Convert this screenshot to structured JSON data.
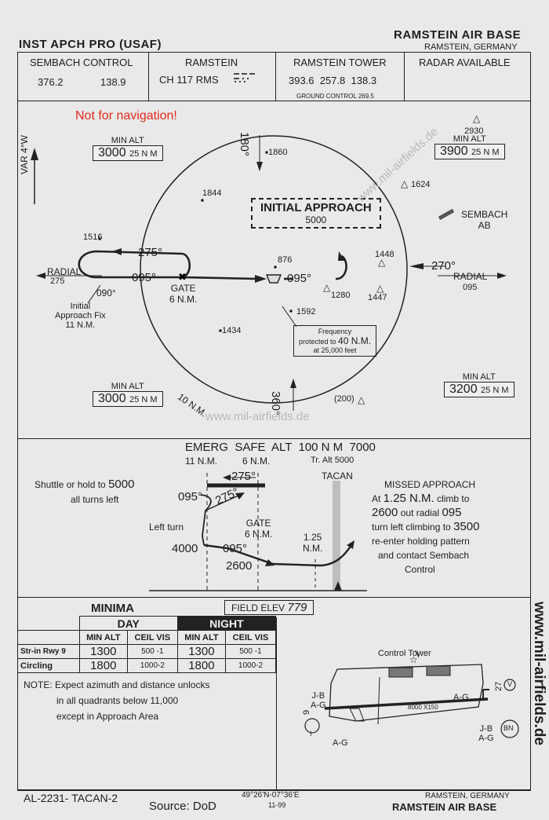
{
  "header": {
    "left_title": "INST APCH PRO (USAF)",
    "airport": "RAMSTEIN AIR BASE",
    "airport_sub": "RAMSTEIN, GERMANY"
  },
  "comms": {
    "sembach": {
      "name": "SEMBACH CONTROL",
      "freq1": "376.2",
      "freq2": "138.9"
    },
    "ramstein": {
      "name": "RAMSTEIN",
      "channel": "CH 117 RMS"
    },
    "tower": {
      "name": "RAMSTEIN TOWER",
      "freqs": "393.6  257.8  138.3",
      "ground": "GROUND CONTROL 269.5"
    },
    "radar": "RADAR AVAILABLE"
  },
  "plan": {
    "notice": "Not for navigation!",
    "var": "VAR 4°W",
    "min_alt_label": "MIN ALT",
    "min_alts": [
      "3000",
      "3900",
      "3000",
      "3200"
    ],
    "nm25": "25 N M",
    "initial_approach": "INITIAL APPROACH",
    "initial_approach_alt": "5000",
    "sembach_ab": [
      "SEMBACH",
      "AB"
    ],
    "radial_label": "RADIAL",
    "radial_275": "275",
    "radial_095": "095",
    "course_270": "270°",
    "course_180": "180°",
    "course_360": "360°",
    "course_275": "275°",
    "course_095": "095°",
    "course_090": "090°",
    "gate": [
      "GATE",
      "6 N.M."
    ],
    "iaf": [
      "Initial",
      "Approach Fix",
      "11 N.M."
    ],
    "freq_protected": [
      "Frequency",
      "protected to",
      "40 N.M.",
      "at 25,000 feet"
    ],
    "ring_10nm": "10 N.M.",
    "elevations": [
      "1860",
      "1624",
      "2930",
      "1844",
      "1516",
      "876",
      "1448",
      "1280",
      "1447",
      "1592",
      "1434",
      "(200)"
    ],
    "watermarks": [
      "www.mil-airfields.de",
      "www.mil-airfields.de"
    ]
  },
  "emerg": "EMERG  SAFE  ALT  100 N M  7000",
  "profile": {
    "top_11nm": "11 N.M.",
    "top_6nm": "6 N.M.",
    "tr_alt": "Tr. Alt 5000",
    "tacan": "TACAN",
    "shuttle": [
      "Shuttle or hold to",
      "5000",
      "all turns left"
    ],
    "left_turn": "Left turn",
    "c275": "275°",
    "c275b": "275°",
    "c095a": "095°",
    "c095b": "095°",
    "gate": [
      "GATE",
      "6 N.M."
    ],
    "alt4000": "4000",
    "alt2600": "2600",
    "nm125": [
      "1.25",
      "N.M."
    ],
    "missed": [
      "MISSED APPROACH",
      "At",
      "1.25 N.M.",
      "climb to",
      "2600",
      "out  radial",
      "095",
      "turn left climbing to",
      "3500",
      "re-enter holding pattern",
      "and contact Sembach",
      "Control"
    ]
  },
  "minima": {
    "title": "MINIMA",
    "field_elev_label": "FIELD ELEV",
    "field_elev": "779",
    "day": "DAY",
    "night": "NIGHT",
    "cols": [
      "MIN ALT",
      "CEIL VIS",
      "MIN ALT",
      "CEIL VIS"
    ],
    "rows": [
      {
        "label": "Str-in Rwy",
        "rwy": "9",
        "vals": [
          "1300",
          "500 -1",
          "1300",
          "500 -1"
        ]
      },
      {
        "label": "Circling",
        "rwy": "",
        "vals": [
          "1800",
          "1000-2",
          "1800",
          "1000-2"
        ]
      }
    ],
    "note": [
      "NOTE: Expect azimuth and distance unlocks",
      "in all quadrants below 11,000",
      "except  in  Approach Area"
    ]
  },
  "aerodrome": {
    "control_tower": "Control Tower",
    "runway": "8000 X150",
    "jb_ag_left": [
      "J-B",
      "A-G"
    ],
    "ag": "A-G",
    "ag_bottom": "A-G",
    "jb_ag_right": [
      "J-B",
      "A-G"
    ],
    "rwy9": "9",
    "rwy27": "27",
    "bn": "BN",
    "i": "I",
    "v": "V"
  },
  "footer": {
    "code": "AL-2231- TACAN-2",
    "source": "Source: DoD",
    "coords": "49°26'N-07°36'E",
    "date": "11-99",
    "place": "RAMSTEIN, GERMANY",
    "airport": "RAMSTEIN AIR BASE"
  },
  "side_watermark": "www.mil-airfields.de",
  "colors": {
    "ink": "#1e1e1e",
    "paper": "#e9e9e9",
    "notice_red": "#e32a1c"
  }
}
